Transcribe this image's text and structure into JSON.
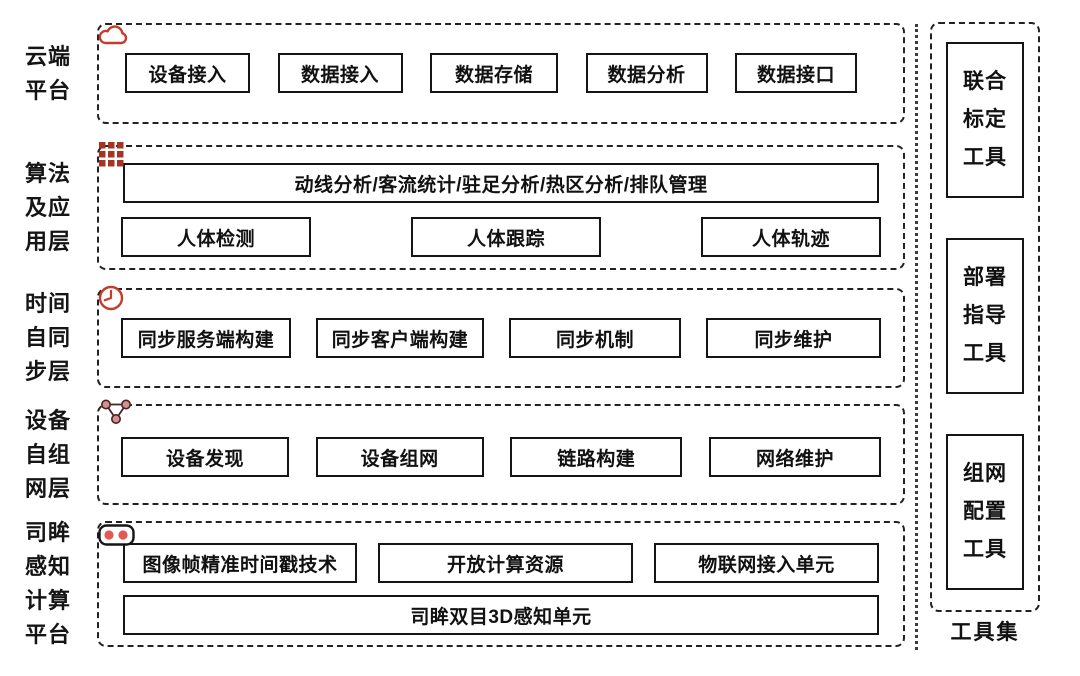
{
  "layers": [
    {
      "label": "云端\n平台",
      "icon": "cloud-icon",
      "boxes": [
        "设备接入",
        "数据接入",
        "数据存储",
        "数据分析",
        "数据接口"
      ]
    },
    {
      "label": "算法\n及应\n用层",
      "icon": "grid-dots-icon",
      "wide_box": "动线分析/客流统计/驻足分析/热区分析/排队管理",
      "boxes": [
        "人体检测",
        "人体跟踪",
        "人体轨迹"
      ]
    },
    {
      "label": "时间\n自同\n步层",
      "icon": "clock-icon",
      "boxes": [
        "同步服务端构建",
        "同步客户端构建",
        "同步机制",
        "同步维护"
      ]
    },
    {
      "label": "设备\n自组\n网层",
      "icon": "network-nodes-icon",
      "boxes": [
        "设备发现",
        "设备组网",
        "链路构建",
        "网络维护"
      ]
    },
    {
      "label": "司眸\n感知\n计算\n平台",
      "icon": "stereo-camera-icon",
      "boxes": [
        "图像帧精准时间戳技术",
        "开放计算资源",
        "物联网接入单元"
      ],
      "wide_box": "司眸双目3D感知单元"
    }
  ],
  "toolset": {
    "label": "工具集",
    "tools": [
      "联合\n标定\n工具",
      "部署\n指导\n工具",
      "组网\n配置\n工具"
    ]
  },
  "colors": {
    "accent_red": "#c63b2c",
    "brick_red": "#a53522",
    "node_pink": "#d4908f",
    "lens_red": "#e25b52",
    "line_black": "#151515"
  }
}
